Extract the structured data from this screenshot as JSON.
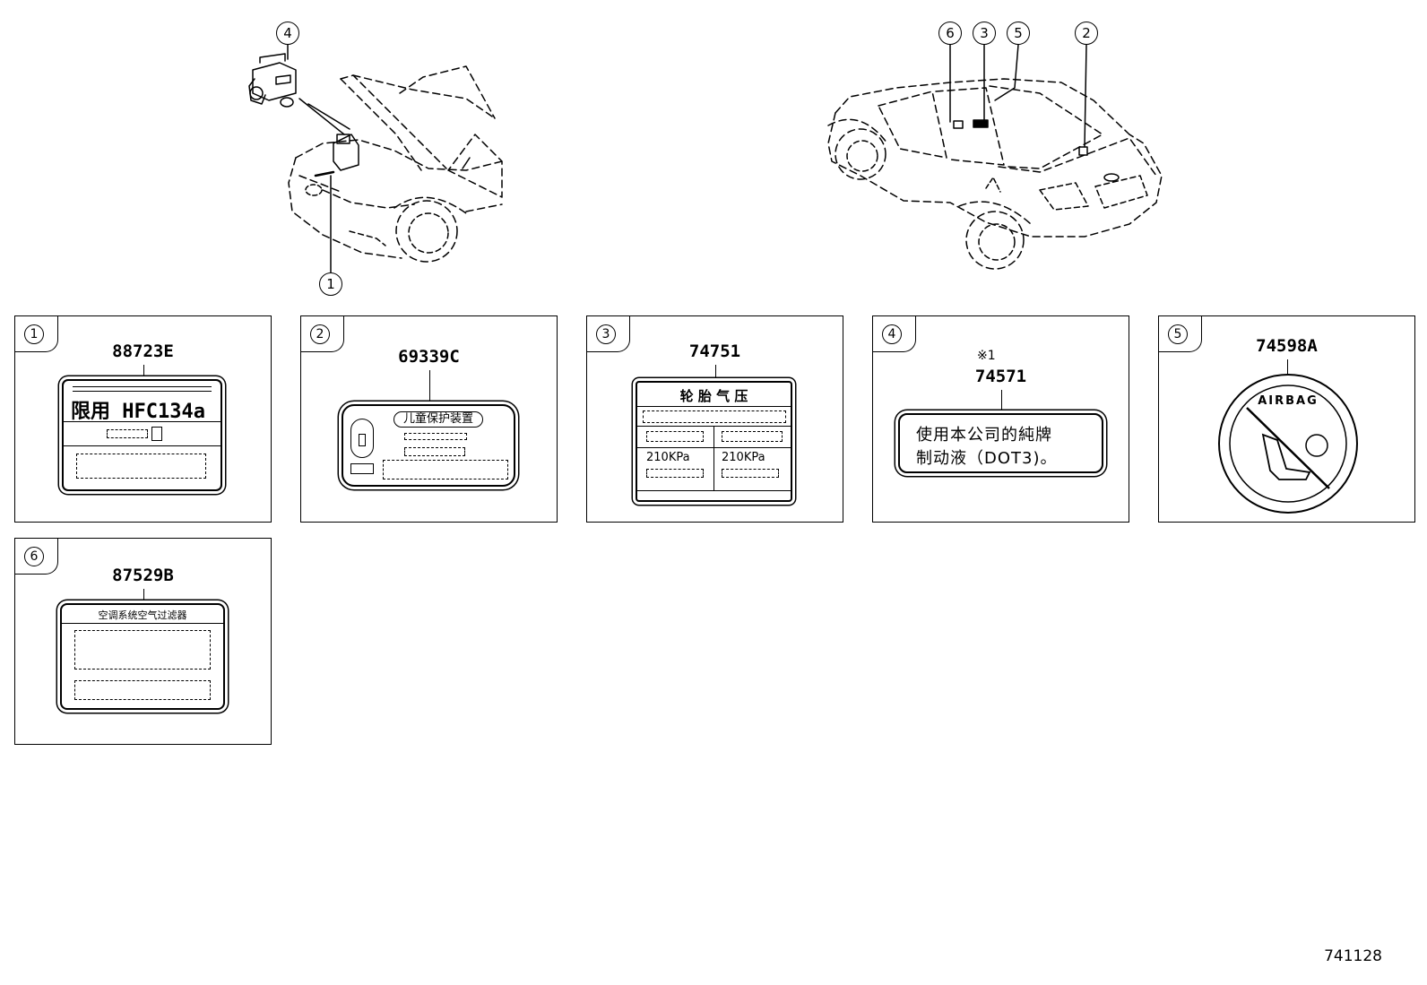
{
  "callouts": [
    "1",
    "2",
    "3",
    "4",
    "5",
    "6"
  ],
  "footer_code": "741128",
  "panels": [
    {
      "number": "1",
      "part": "88723E",
      "label_main": "限用 HFC134a"
    },
    {
      "number": "2",
      "part": "69339C",
      "label_title": "儿童保护装置"
    },
    {
      "number": "3",
      "part": "74751",
      "label_title": "轮 胎 气 压",
      "pressure_left": "210KPa",
      "pressure_right": "210KPa"
    },
    {
      "number": "4",
      "note": "※1",
      "part": "74571",
      "label_line1": "使用本公司的純牌",
      "label_line2": "制动液（DOT3)。"
    },
    {
      "number": "5",
      "part": "74598A",
      "seal_text": "AIRBAG"
    },
    {
      "number": "6",
      "part": "87529B",
      "label_title": "空调系统空气过滤器"
    }
  ]
}
